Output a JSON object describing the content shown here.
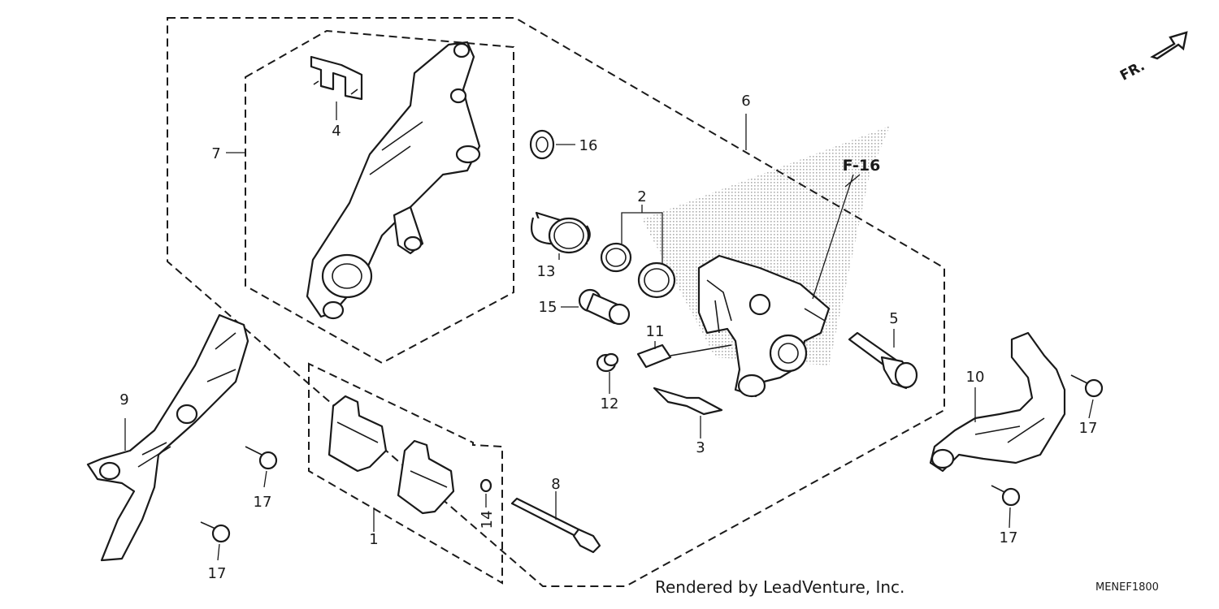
{
  "diagram": {
    "callouts": {
      "p1": "1",
      "p2": "2",
      "p3": "3",
      "p4": "4",
      "p5": "5",
      "p6": "6",
      "p7": "7",
      "p8": "8",
      "p9": "9",
      "p10": "10",
      "p11": "11",
      "p12": "12",
      "p13": "13",
      "p14": "14",
      "p15": "15",
      "p16": "16",
      "p17a": "17",
      "p17b": "17",
      "p17c": "17",
      "p17d": "17"
    },
    "reference_label": "F-16",
    "direction_label": "FR.",
    "footer_credit": "Rendered by LeadVenture, Inc.",
    "diagram_code": "MENEF1800"
  }
}
